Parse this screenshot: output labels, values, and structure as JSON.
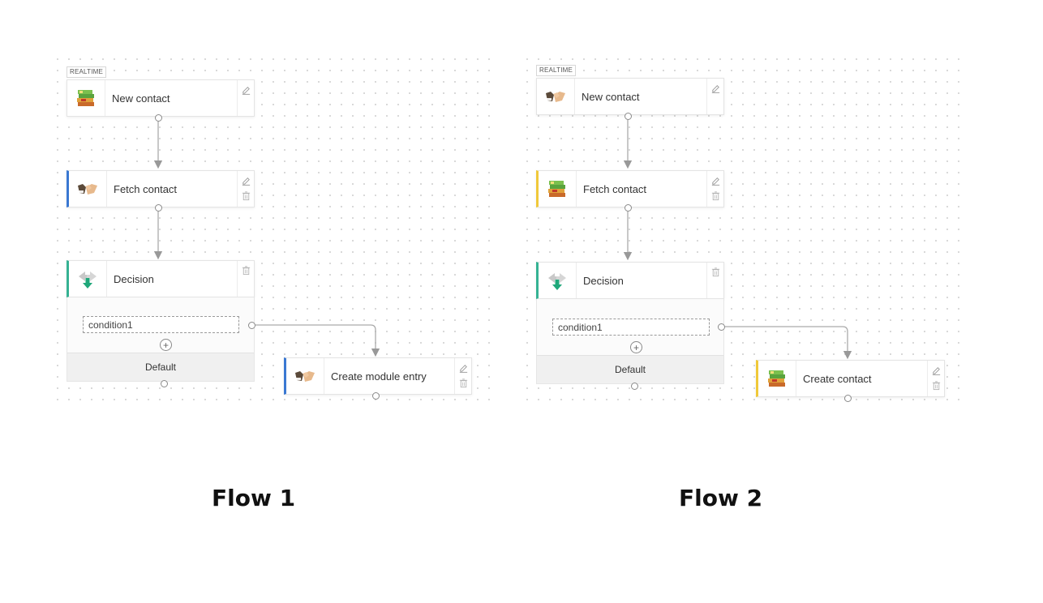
{
  "flow1": {
    "caption": "Flow 1",
    "badge": "REALTIME",
    "trigger": {
      "label": "New contact",
      "icon": "books-icon"
    },
    "step1": {
      "label": "Fetch contact",
      "icon": "handshake-icon"
    },
    "decision": {
      "label": "Decision",
      "icon": "decision-icon",
      "condition": "condition1",
      "default": "Default"
    },
    "action": {
      "label": "Create module entry",
      "icon": "handshake-icon"
    }
  },
  "flow2": {
    "caption": "Flow 2",
    "badge": "REALTIME",
    "trigger": {
      "label": "New contact",
      "icon": "handshake-icon"
    },
    "step1": {
      "label": "Fetch contact",
      "icon": "books-icon"
    },
    "decision": {
      "label": "Decision",
      "icon": "decision-icon",
      "condition": "condition1",
      "default": "Default"
    },
    "action": {
      "label": "Create contact",
      "icon": "books-icon"
    }
  },
  "colors": {
    "blue": "#3a78d2",
    "yellow": "#f0c93a",
    "teal": "#35b293"
  }
}
